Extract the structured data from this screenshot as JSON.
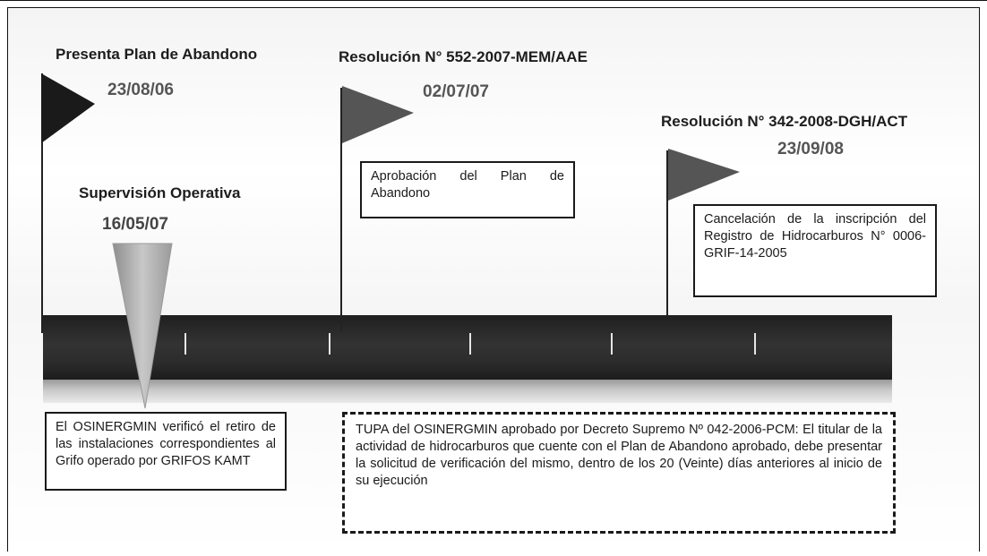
{
  "milestones": [
    {
      "title": "Presenta Plan de Abandono",
      "date": "23/08/06"
    },
    {
      "title": "Supervisión Operativa",
      "date": "16/05/07"
    },
    {
      "title": "Resolución N° 552-2007-MEM/AAE",
      "date": "02/07/07"
    },
    {
      "title": "Resolución N° 342-2008-DGH/ACT",
      "date": "23/09/08"
    }
  ],
  "notes": {
    "aprobacion": "Aprobación del Plan de Abandono",
    "cancelacion": "Cancelación de la inscripción del Registro de Hidrocarburos N° 0006-GRIF-14-2005",
    "osinergmin": "El OSINERGMIN verificó el retiro de las instalaciones correspondientes al Grifo operado por GRIFOS KAMT",
    "tupa": "TUPA del OSINERGMIN aprobado por Decreto Supremo Nº 042-2006-PCM: El titular de la actividad de hidrocarburos que cuente con el Plan de Abandono aprobado, debe presentar la solicitud de verificación del mismo, dentro de los 20 (Veinte) días anteriores al inicio de su ejecución"
  },
  "colors": {
    "flag_black": "#1a1a1a",
    "flag_gray": "#555555",
    "triangle_gray": "#b0b0b0",
    "timeline_dark": "#2b2b2b"
  }
}
